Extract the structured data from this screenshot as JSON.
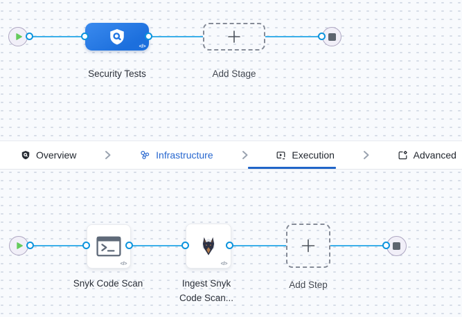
{
  "stage_graph": {
    "stage_label": "Security Tests",
    "add_stage_label": "Add Stage"
  },
  "tabs": {
    "items": [
      {
        "label": "Overview",
        "icon": "shield-overview-icon",
        "active": false
      },
      {
        "label": "Infrastructure",
        "icon": "infrastructure-icon",
        "active": false
      },
      {
        "label": "Execution",
        "icon": "execution-icon",
        "active": true
      },
      {
        "label": "Advanced",
        "icon": "advanced-icon",
        "active": false
      }
    ]
  },
  "step_graph": {
    "steps": [
      {
        "label": "Snyk Code Scan",
        "icon": "terminal-icon"
      },
      {
        "label": "Ingest Snyk Code Scan...",
        "icon": "snyk-doberman-icon"
      }
    ],
    "add_step_label": "Add Step"
  },
  "glyphs": {
    "code": "</>"
  },
  "colors": {
    "connector_blue": "#3bafe9",
    "port_ring_blue": "#0b93dd",
    "stage_node_blue": "#1e74e2",
    "active_tab_underline": "#2065c8",
    "infrastructure_link": "#2767cf",
    "play_green": "#65cb5c",
    "stop_slate": "#5d656f",
    "canvas_bg": "#f8fafd"
  }
}
